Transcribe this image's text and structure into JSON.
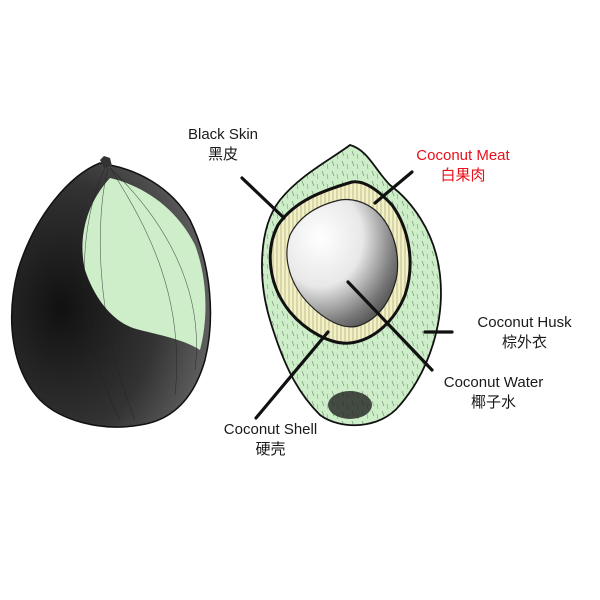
{
  "diagram": {
    "colors": {
      "husk_green": "#cdeec9",
      "meat_cream": "#f3f1c4",
      "outline": "#111111",
      "highlight_label": "#e8101a",
      "label_text": "#1a1a1a"
    },
    "labels": {
      "black_skin": {
        "en": "Black Skin",
        "zh": "黑皮"
      },
      "coconut_meat": {
        "en": "Coconut Meat",
        "zh": "白果肉"
      },
      "coconut_husk": {
        "en": "Coconut Husk",
        "zh": "棕外衣"
      },
      "coconut_water": {
        "en": "Coconut Water",
        "zh": "椰子水"
      },
      "coconut_shell": {
        "en": "Coconut Shell",
        "zh": "硬壳"
      }
    },
    "figures": {
      "left": "whole-coconut",
      "right": "coconut-cross-section"
    }
  }
}
